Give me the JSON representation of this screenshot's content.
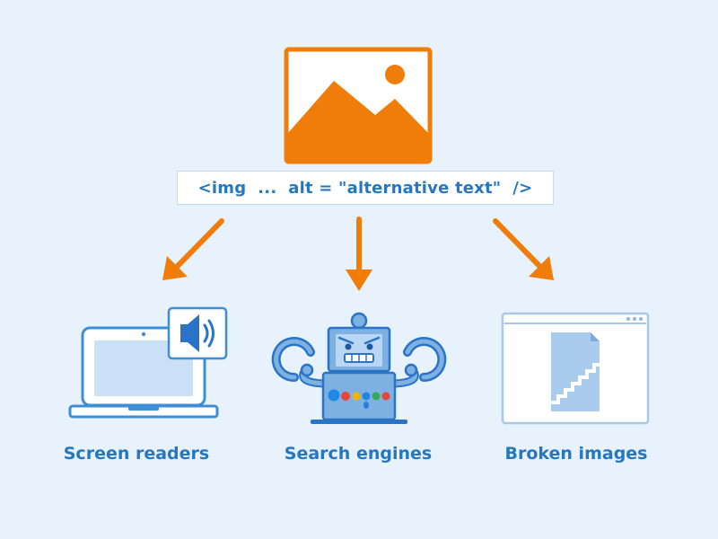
{
  "code_label": "<img  ...  alt = \"alternative text\"  />",
  "targets": [
    {
      "id": "screen-readers",
      "label": "Screen readers"
    },
    {
      "id": "search-engines",
      "label": "Search engines"
    },
    {
      "id": "broken-images",
      "label": "Broken images"
    }
  ],
  "icons": [
    "image-icon",
    "laptop-icon",
    "speaker-icon",
    "robot-icon",
    "broken-image-window-icon"
  ],
  "colors": {
    "background": "#e7f2fd",
    "accent_orange": "#f07c0a",
    "text_blue": "#2577c0",
    "icon_blue": "#3e8ed6",
    "icon_fill_light": "#c9e0f6",
    "robot_fill": "#7eb0e2",
    "robot_face": "#b9d6f4",
    "dots": [
      "#e8443a",
      "#f4b400",
      "#1e88e5",
      "#34a853",
      "#e8443a",
      "#2a7fd4"
    ]
  }
}
